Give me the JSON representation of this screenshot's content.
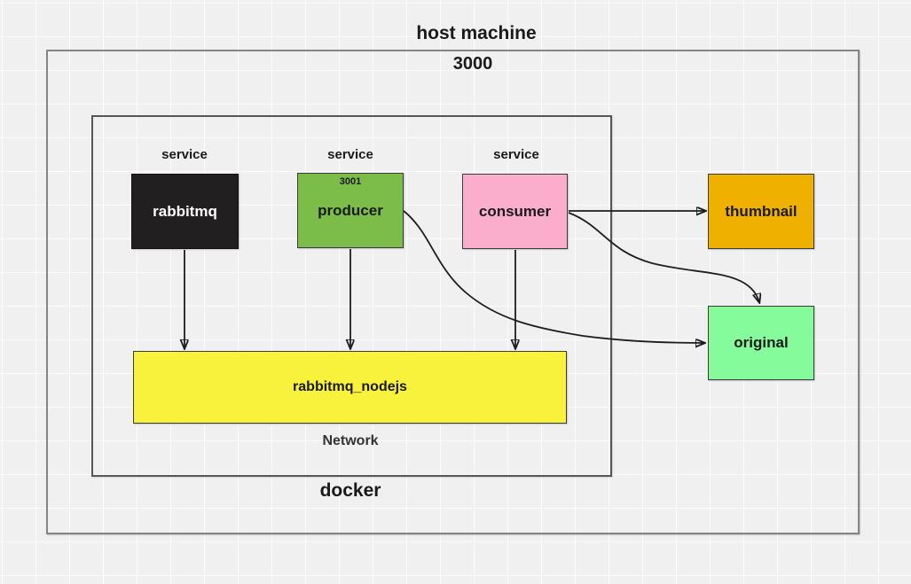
{
  "host": {
    "title": "host machine",
    "port_label": "3000"
  },
  "docker": {
    "label": "docker"
  },
  "services": {
    "rabbitmq": {
      "tag": "service",
      "label": "rabbitmq",
      "fill": "#211f1f",
      "text_color": "#ffffff"
    },
    "producer": {
      "tag": "service",
      "label": "producer",
      "port": "3001",
      "fill": "#7cbd4a",
      "text_color": "#1a1a1a"
    },
    "consumer": {
      "tag": "service",
      "label": "consumer",
      "fill": "#fbaecb",
      "text_color": "#1a1a1a"
    }
  },
  "outputs": {
    "thumbnail": {
      "label": "thumbnail",
      "fill": "#f0b000",
      "text_color": "#1a1a1a"
    },
    "original": {
      "label": "original",
      "fill": "#85fb9b",
      "text_color": "#1a1a1a"
    }
  },
  "network": {
    "label": "rabbitmq_nodejs",
    "caption": "Network",
    "fill": "#f9f23c"
  },
  "edges": [
    {
      "from": "rabbitmq",
      "to": "rabbitmq_nodejs"
    },
    {
      "from": "producer",
      "to": "rabbitmq_nodejs"
    },
    {
      "from": "consumer",
      "to": "rabbitmq_nodejs"
    },
    {
      "from": "consumer",
      "to": "thumbnail"
    },
    {
      "from": "producer",
      "to": "original"
    },
    {
      "from": "consumer",
      "to": "original"
    }
  ],
  "colors": {
    "background": "#f0f0f0",
    "arrow_stroke": "#1d1d1d",
    "outer_frame_border": "#858585",
    "docker_frame_border": "#565656"
  }
}
